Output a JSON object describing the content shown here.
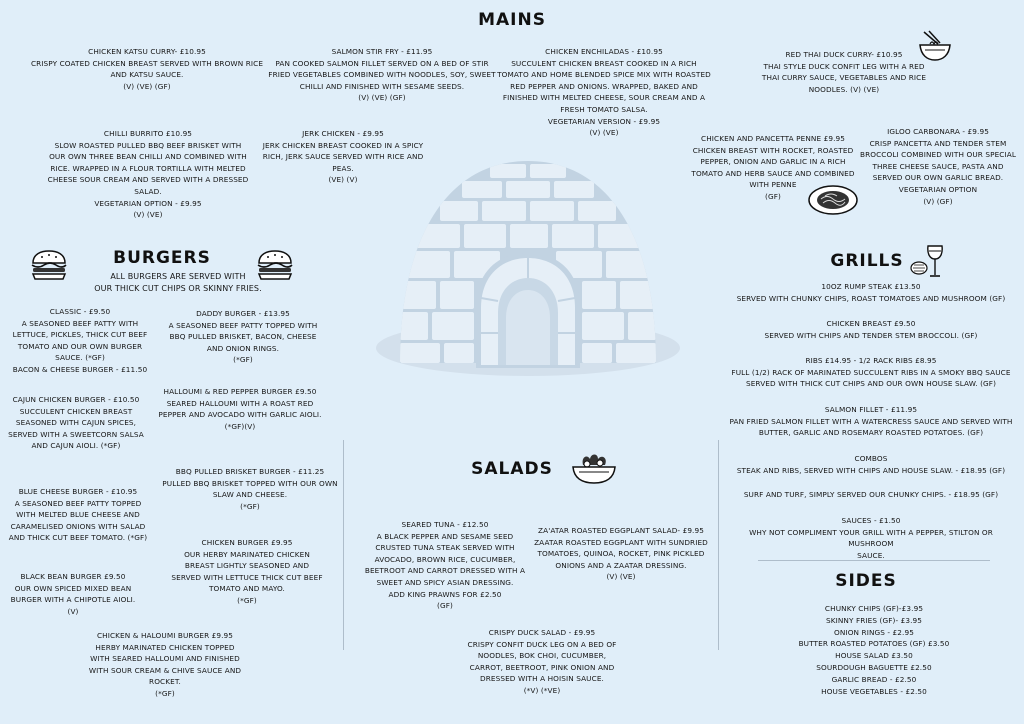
{
  "sections": {
    "mains": "MAINS",
    "burgers": "BURGERS",
    "grills": "GRILLS",
    "salads": "SALADS",
    "sides": "SIDES"
  },
  "burgers_intro": [
    "ALL BURGERS ARE SERVED WITH",
    "OUR THICK CUT CHIPS OR SKINNY FRIES."
  ],
  "mains": {
    "katsu": [
      "CHICKEN KATSU CURRY- £10.95",
      "CRISPY COATED CHICKEN BREAST SERVED WITH BROWN RICE",
      "AND KATSU SAUCE.",
      "(V) (VE) (GF)"
    ],
    "salmon_stir_fry": [
      "SALMON STIR FRY - £11.95",
      "PAN COOKED SALMON FILLET SERVED ON A BED OF STIR",
      "FRIED VEGETABLES COMBINED WITH NOODLES, SOY, SWEET",
      "CHILLI AND FINISHED WITH SESAME SEEDS.",
      "(V) (VE) (GF)"
    ],
    "enchiladas": [
      "CHICKEN ENCHILADAS - £10.95",
      "SUCCULENT CHICKEN BREAST COOKED IN A RICH",
      "TOMATO AND HOME BLENDED SPICE MIX WITH ROASTED",
      "RED PEPPER AND ONIONS. WRAPPED, BAKED AND",
      "FINISHED WITH MELTED CHEESE, SOUR CREAM AND A",
      "FRESH TOMATO SALSA.",
      "VEGETARIAN VERSION - £9.95",
      "(V) (VE)"
    ],
    "thai_duck": [
      "RED THAI DUCK CURRY- £10.95",
      "THAI STYLE DUCK CONFIT LEG WITH A RED",
      "THAI CURRY SAUCE, VEGETABLES AND RICE",
      "NOODLES. (V) (VE)"
    ],
    "chilli_burrito": [
      "CHILLI BURRITO    £10.95",
      "SLOW ROASTED PULLED BBQ BEEF BRISKET WITH",
      "OUR OWN THREE BEAN CHILLI AND COMBINED WITH",
      "RICE. WRAPPED IN A FLOUR TORTILLA WITH MELTED",
      "CHEESE SOUR CREAM AND SERVED WITH A DRESSED",
      "SALAD.",
      "VEGETARIAN OPTION - £9.95",
      "(V) (VE)"
    ],
    "jerk_chicken": [
      "JERK CHICKEN - £9.95",
      "JERK CHICKEN BREAST COOKED IN A SPICY",
      "RICH, JERK SAUCE SERVED WITH RICE AND",
      "PEAS.",
      "(VE) (V)"
    ],
    "penne": [
      "CHICKEN AND PANCETTA PENNE   £9.95",
      "CHICKEN BREAST WITH ROCKET, ROASTED",
      "PEPPER, ONION AND GARLIC IN A RICH",
      "TOMATO AND HERB SAUCE AND COMBINED",
      "WITH PENNE",
      "(GF)"
    ],
    "carbonara": [
      "IGLOO CARBONARA - £9.95",
      "CRISP PANCETTA AND TENDER STEM",
      "BROCCOLI COMBINED WITH OUR SPECIAL",
      "THREE CHEESE SAUCE, PASTA AND",
      "SERVED OUR OWN GARLIC BREAD.",
      "VEGETARIAN OPTION",
      "(V) (GF)"
    ]
  },
  "burgers": {
    "classic": [
      "CLASSIC - £9.50",
      "A SEASONED BEEF PATTY WITH",
      "LETTUCE, PICKLES, THICK CUT BEEF",
      "TOMATO AND OUR OWN BURGER",
      "SAUCE. (*GF)",
      "BACON & CHEESE BURGER - £11.50"
    ],
    "daddy": [
      "DADDY BURGER - £13.95",
      "A SEASONED BEEF PATTY TOPPED WITH",
      "BBQ PULLED BRISKET, BACON, CHEESE",
      "AND ONION RINGS.",
      "(*GF)"
    ],
    "cajun": [
      "CAJUN CHICKEN BURGER - £10.50",
      "SUCCULENT CHICKEN BREAST",
      "SEASONED WITH CAJUN SPICES,",
      "SERVED WITH A SWEETCORN SALSA",
      "AND CAJUN AIOLI. (*GF)"
    ],
    "halloumi_pepper": [
      "HALLOUMI & RED PEPPER BURGER   £9.50",
      "SEARED HALLOUMI WITH A ROAST RED",
      "PEPPER AND AVOCADO WITH GARLIC AIOLI.",
      "(*GF)(V)"
    ],
    "brisket": [
      "BBQ PULLED BRISKET BURGER - £11.25",
      "PULLED BBQ BRISKET TOPPED WITH OUR OWN",
      "SLAW AND CHEESE.",
      "(*GF)"
    ],
    "blue_cheese": [
      "BLUE CHEESE BURGER - £10.95",
      "A SEASONED BEEF PATTY TOPPED",
      "WITH MELTED BLUE CHEESE AND",
      "CARAMELISED ONIONS WITH SALAD",
      "AND THICK CUT BEEF TOMATO. (*GF)"
    ],
    "chicken": [
      "CHICKEN BURGER    £9.95",
      "OUR HERBY MARINATED CHICKEN",
      "BREAST LIGHTLY SEASONED AND",
      "SERVED WITH LETTUCE THICK CUT BEEF",
      "TOMATO AND MAYO.",
      "(*GF)"
    ],
    "black_bean": [
      "BLACK BEAN BURGER   £9.50",
      "OUR OWN SPICED MIXED BEAN",
      "BURGER WITH A CHIPOTLE AIOLI.",
      "(V)"
    ],
    "chicken_halloumi": [
      "CHICKEN & HALOUMI BURGER    £9.95",
      "HERBY MARINATED CHICKEN TOPPED",
      "WITH SEARED HALLOUMI AND FINISHED",
      "WITH SOUR CREAM & CHIVE SAUCE AND",
      "ROCKET.",
      "(*GF)"
    ]
  },
  "salads": {
    "tuna": [
      "SEARED TUNA - £12.50",
      "A BLACK PEPPER AND SESAME SEED",
      "CRUSTED TUNA STEAK SERVED WITH",
      "AVOCADO, BROWN RICE, CUCUMBER,",
      "BEETROOT AND CARROT DRESSED WITH A",
      "SWEET AND SPICY ASIAN DRESSING.",
      "ADD KING PRAWNS FOR £2.50",
      "(GF)"
    ],
    "zaatar": [
      "ZA'ATAR ROASTED EGGPLANT SALAD- £9.95",
      "ZAATAR ROASTED EGGPLANT WITH SUNDRIED",
      "TOMATOES, QUINOA, ROCKET, PINK PICKLED",
      "ONIONS AND A ZAATAR DRESSING.",
      "(V) (VE)"
    ],
    "duck": [
      "CRISPY DUCK SALAD - £9.95",
      "CRISPY CONFIT DUCK LEG ON A BED OF",
      "NOODLES, BOK CHOI, CUCUMBER,",
      "CARROT, BEETROOT, PINK ONION AND",
      "DRESSED WITH A HOISIN SAUCE.",
      "(*V) (*VE)"
    ]
  },
  "grills": {
    "rump": [
      "10OZ RUMP STEAK    £13.50",
      "SERVED WITH CHUNKY CHIPS, ROAST TOMATOES AND MUSHROOM (GF)"
    ],
    "breast": [
      "CHICKEN BREAST    £9.50",
      "SERVED WITH CHIPS AND TENDER STEM BROCCOLI. (GF)"
    ],
    "ribs": [
      "RIBS    £14.95 - 1/2 RACK RIBS £8.95",
      "FULL (1/2) RACK OF MARINATED SUCCULENT RIBS IN A SMOKY BBQ SAUCE",
      "SERVED WITH THICK CUT CHIPS AND OUR OWN HOUSE SLAW. (GF)"
    ],
    "salmon": [
      "SALMON FILLET - £11.95",
      "PAN FRIED SALMON FILLET WITH A WATERCRESS SAUCE AND SERVED WITH",
      "BUTTER, GARLIC AND ROSEMARY ROASTED POTATOES. (GF)"
    ],
    "combos": [
      "COMBOS",
      "STEAK AND RIBS, SERVED WITH CHIPS AND HOUSE SLAW. - £18.95 (GF)"
    ],
    "surf": [
      "SURF AND TURF, SIMPLY SERVED OUR CHUNKY CHIPS. - £18.95 (GF)"
    ],
    "sauces": [
      "SAUCES - £1.50",
      "WHY NOT COMPLIMENT YOUR GRILL WITH A PEPPER, STILTON OR MUSHROOM",
      "SAUCE."
    ]
  },
  "sides": [
    "CHUNKY CHIPS (GF)-£3.95",
    "SKINNY FRIES (GF)- £3.95",
    "ONION RINGS - £2.95",
    "BUTTER ROASTED POTATOES (GF) £3.50",
    "HOUSE SALAD £3.50",
    "SOURDOUGH BAGUETTE £2.50",
    "GARLIC BREAD - £2.50",
    "HOUSE VEGETABLES - £2.50"
  ],
  "icons": [
    "burger-icon",
    "noodle-bowl-icon",
    "pasta-plate-icon",
    "wine-glass-icon",
    "salad-bowl-icon",
    "igloo-illustration"
  ],
  "colors": {
    "background": "#e0eef9",
    "text": "#161616",
    "igloo_block": "#dbe7f2",
    "igloo_mortar": "#c2d3e2"
  }
}
